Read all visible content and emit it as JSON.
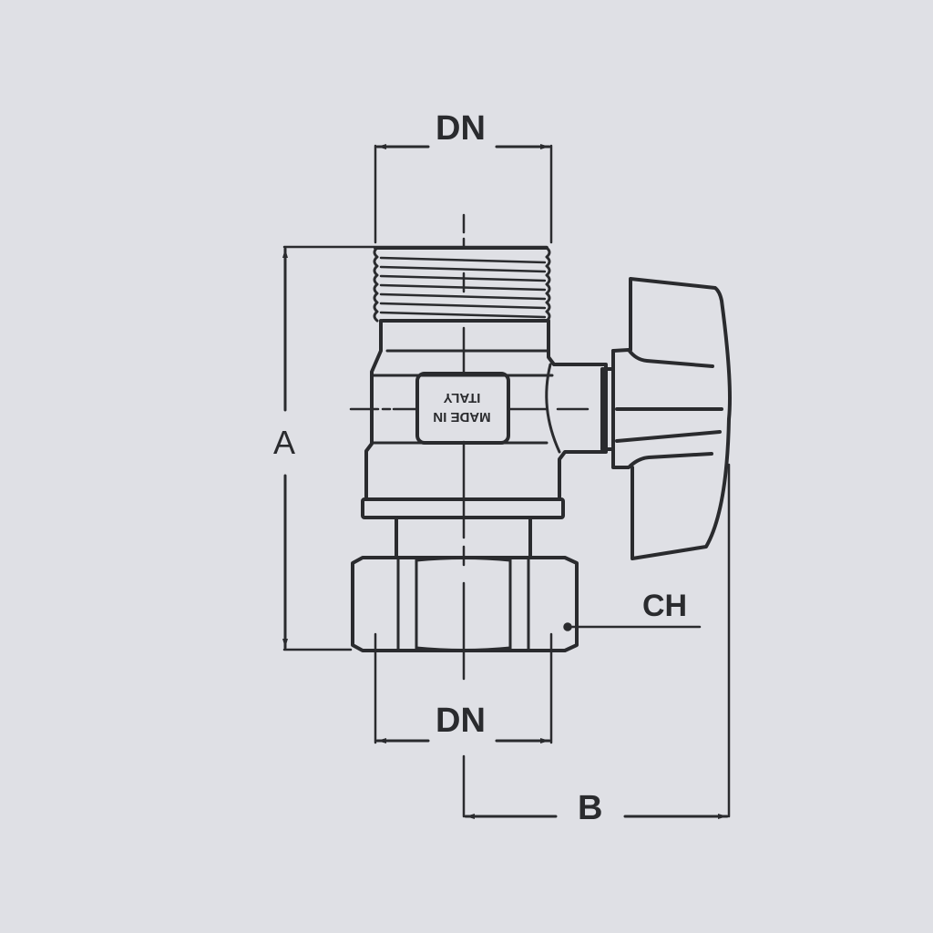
{
  "drawing": {
    "subject": "Angle valve with union nut and butterfly handle",
    "colors": {
      "background": "#dfe0e5",
      "line": "#2a2b2e"
    }
  },
  "dimensions": {
    "dn_top": "DN",
    "dn_bottom": "DN",
    "a": "A",
    "b": "B",
    "ch": "CH"
  },
  "stamp": {
    "line1": "MADE IN",
    "line2": "ITALY"
  }
}
